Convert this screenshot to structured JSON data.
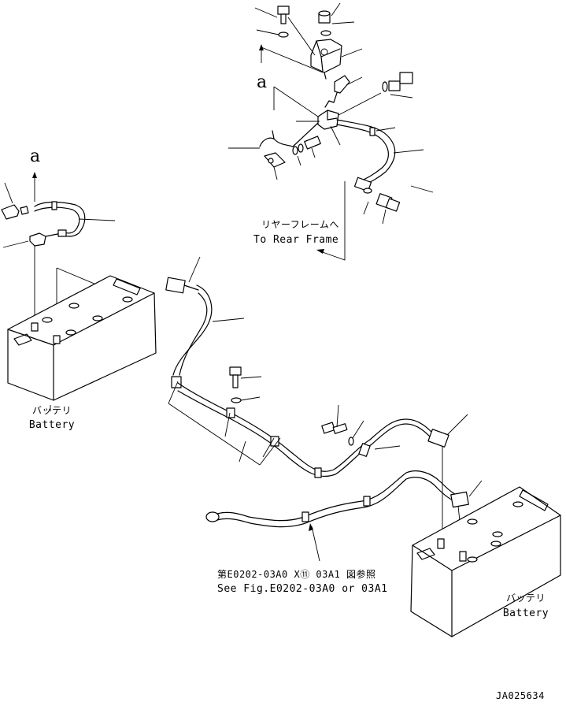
{
  "view_marker": "a",
  "labels": {
    "rear_frame_jp": "リヤーフレームへ",
    "rear_frame_en": "To Rear Frame",
    "battery_left_jp": "バッテリ",
    "battery_left_en": "Battery",
    "battery_right_jp": "バッテリ",
    "battery_right_en": "Battery",
    "see_fig_jp": "第E0202-03A0 X⑪ 03A1 図参照",
    "see_fig_en": "See Fig.E0202-03A0 or 03A1",
    "drawing_number": "JA025634"
  }
}
